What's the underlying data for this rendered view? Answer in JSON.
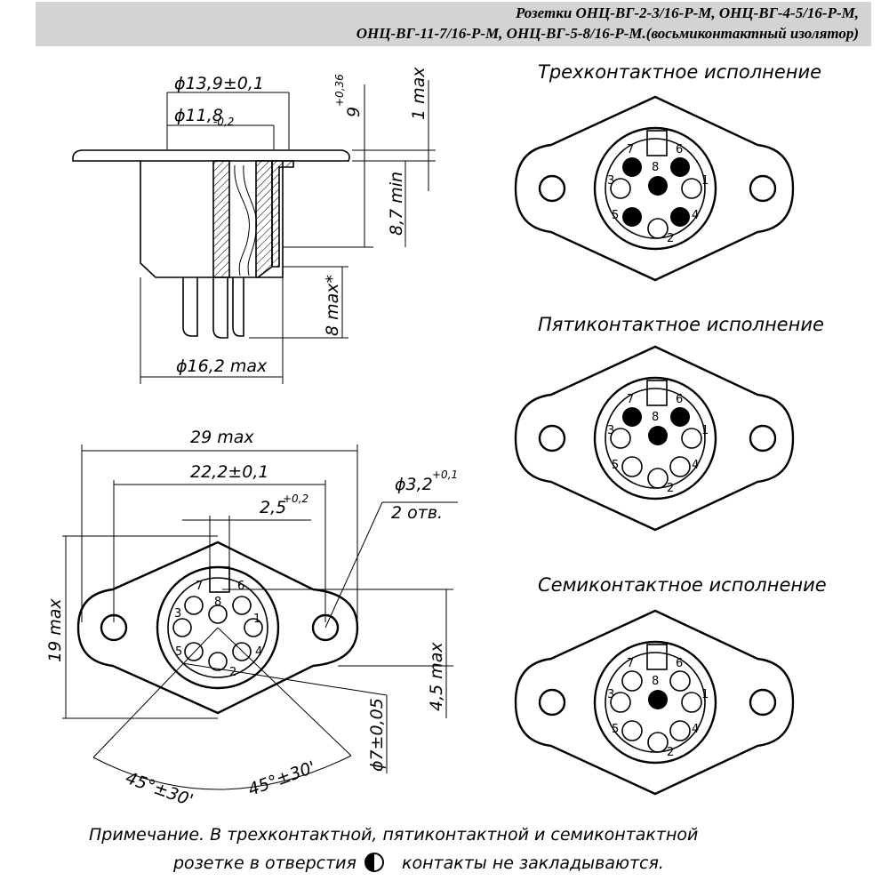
{
  "header": {
    "title_line1": "Розетки ОНЦ-ВГ-2-3/16-Р-М, ОНЦ-ВГ-4-5/16-Р-М,",
    "title_line2": "ОНЦ-ВГ-11-7/16-Р-М, ОНЦ-ВГ-5-8/16-Р-М.(восьмиконтактный изолятор)"
  },
  "side_view": {
    "dim_outer": "ϕ13,9±0,1",
    "dim_inner_main": "ϕ11,8",
    "dim_inner_tol": "-0,2",
    "dim_body": "ϕ16,2 max",
    "dim_height_main": "9",
    "dim_height_tol": "+0,36",
    "dim_flange": "1 max",
    "dim_depth": "8,7 min",
    "dim_pins": "8 max*"
  },
  "front_view": {
    "dim_width": "29 max",
    "dim_holes": "22,2±0,1",
    "dim_key_main": "2,5",
    "dim_key_tol": "+0,2",
    "dim_hole_main": "ϕ3,2",
    "dim_hole_tol": "+0,1",
    "dim_hole_count": "2 отв.",
    "dim_height": "19 max",
    "dim_offset": "4,5 max",
    "dim_circle": "ϕ7±0,05",
    "dim_angle_left": "45°±30'",
    "dim_angle_right": "45°±30'"
  },
  "variants": [
    {
      "title": "Трехконтактное исполнение"
    },
    {
      "title": "Пятиконтактное исполнение"
    },
    {
      "title": "Семиконтактное исполнение"
    }
  ],
  "contacts": [
    "1",
    "2",
    "3",
    "4",
    "5",
    "6",
    "7",
    "8"
  ],
  "note": {
    "line1": "Примечание. В трехконтактной, пятиконтактной и семиконтактной",
    "line2_a": "розетке в отверстия",
    "line2_b": "контакты не закладываются."
  }
}
